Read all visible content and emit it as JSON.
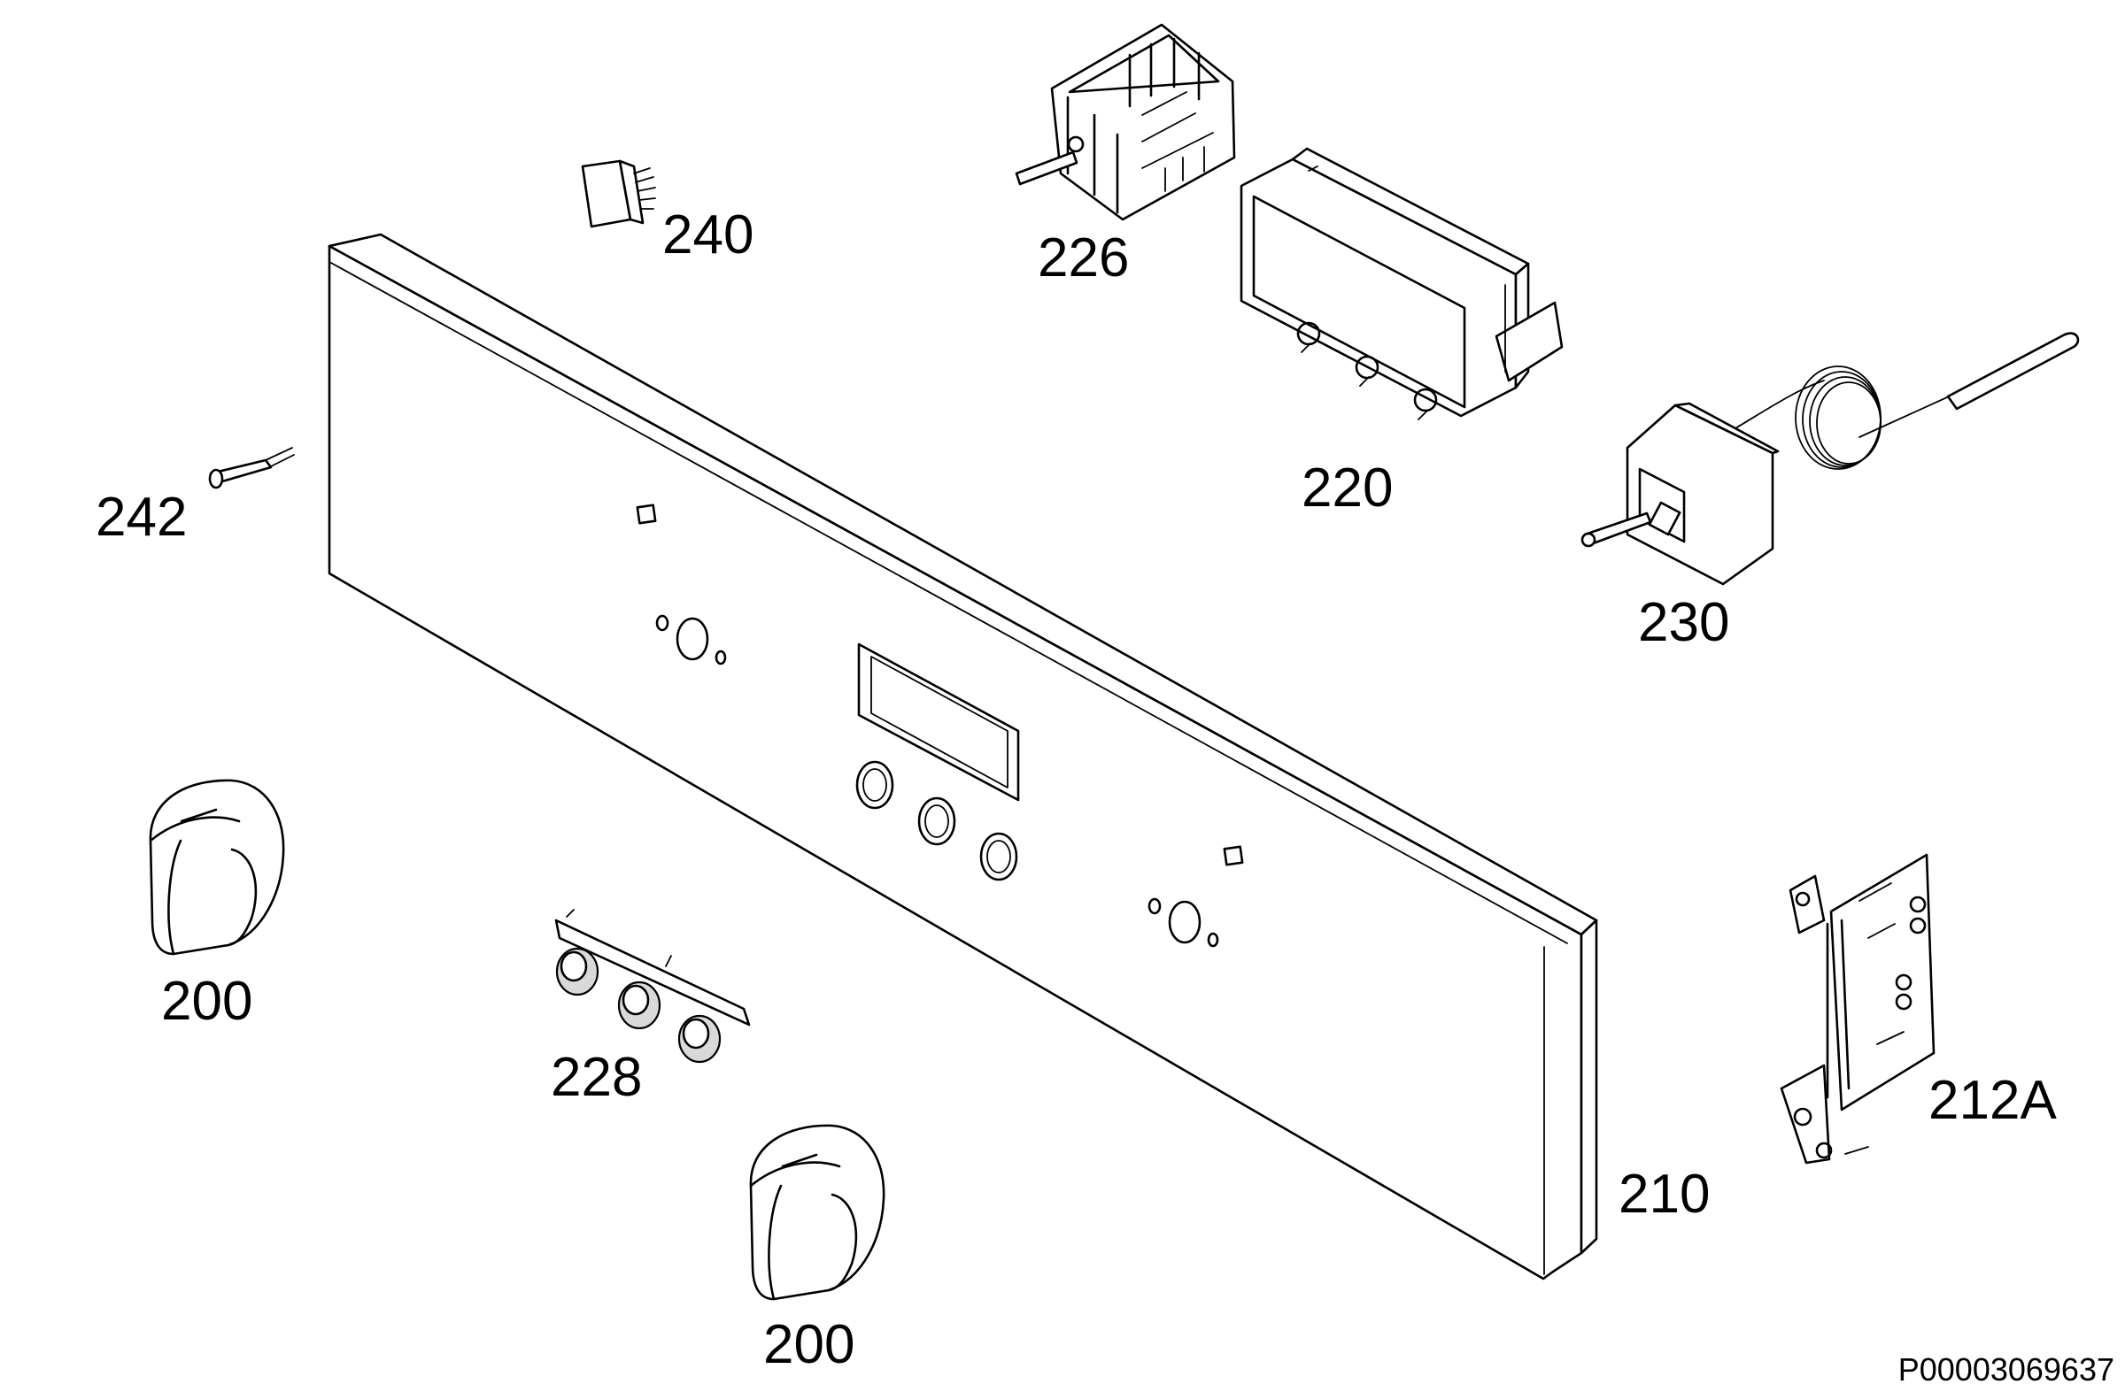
{
  "diagram": {
    "document_id": "P00003069637",
    "parts": [
      {
        "key": "p200a",
        "label": "200"
      },
      {
        "key": "p200b",
        "label": "200"
      },
      {
        "key": "p210",
        "label": "210"
      },
      {
        "key": "p212a",
        "label": "212A"
      },
      {
        "key": "p220",
        "label": "220"
      },
      {
        "key": "p226",
        "label": "226"
      },
      {
        "key": "p228",
        "label": "228"
      },
      {
        "key": "p230",
        "label": "230"
      },
      {
        "key": "p240",
        "label": "240"
      },
      {
        "key": "p242",
        "label": "242"
      }
    ]
  }
}
